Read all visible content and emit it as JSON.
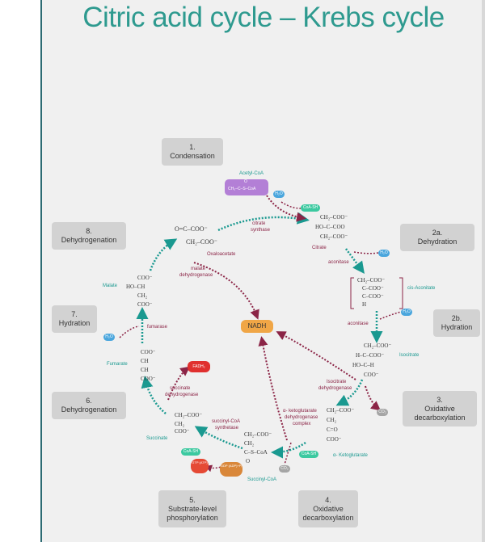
{
  "title": "Citric acid cycle – Krebs cycle",
  "steps": {
    "s1": {
      "num": "1.",
      "name": "Condensation"
    },
    "s2a": {
      "num": "2a.",
      "name": "Dehydration"
    },
    "s2b": {
      "num": "2b.",
      "name": "Hydration"
    },
    "s3": {
      "num": "3.",
      "name1": "Oxidative",
      "name2": "decarboxylation"
    },
    "s4": {
      "num": "4.",
      "name1": "Oxidative",
      "name2": "decarboxylation"
    },
    "s5": {
      "num": "5.",
      "name1": "Substrate-level",
      "name2": "phosphorylation"
    },
    "s6": {
      "num": "6.",
      "name": "Dehydrogenation"
    },
    "s7": {
      "num": "7.",
      "name": "Hydration"
    },
    "s8": {
      "num": "8.",
      "name": "Dehydrogenation"
    }
  },
  "metabolites": {
    "acetyl_coa": "Acetyl-CoA",
    "citrate": "Citrate",
    "cis_aconitate": "cis-Aconitate",
    "isocitrate": "Isocitrate",
    "alpha_ketoglutarate": "α- Ketoglutarate",
    "succinyl_coa": "Succinyl-CoA",
    "succinate": "Succinate",
    "fumarate": "Fumarate",
    "malate": "Malate",
    "oxaloacetate": "Oxaloacetate"
  },
  "enzymes": {
    "citrate_synthase1": "citrate",
    "citrate_synthase2": "synthase",
    "aconitase1": "aconitase",
    "aconitase2": "aconitase",
    "idh1": "Isocitrate",
    "idh2": "dehydrogenase",
    "akgdh1": "α- ketoglutarate",
    "akgdh2": "dehydrogenase",
    "akgdh3": "complex",
    "scs1": "succinyl-CoA",
    "scs2": "synthetase",
    "sdh1": "succinate",
    "sdh2": "dehydrogenase",
    "fumarase": "fumarase",
    "mdh1": "malate",
    "mdh2": "dehydrogenase"
  },
  "cofactors": {
    "nadh": "NADH",
    "fadh2": "FADH₂",
    "h2o_1": "H₂O",
    "h2o_2": "H₂O",
    "h2o_3": "H₂O",
    "h2o_4": "H₂O",
    "coash_1": "CoA-SH",
    "coash_2": "CoA-SH",
    "coash_3": "CoA-SH",
    "co2_1": "CO₂",
    "co2_2": "CO₂",
    "gtp": "GTP (ATP)",
    "gdp": "GDP (ADP)+Pᵢ"
  },
  "structures": {
    "acetyl": "CH₃–C–S–CoA",
    "acetyl_o": "O",
    "citrate": [
      "CH₂–COO⁻",
      "HO–C–COO",
      "CH₂–COO⁻"
    ],
    "cis": [
      "CH₂–COO⁻",
      "C–COO⁻",
      "C–COO⁻",
      "H"
    ],
    "isocitrate": [
      "CH₂–COO⁻",
      "H–C–COO⁻",
      "HO–C–H",
      "COO⁻"
    ],
    "akg": [
      "CH₂–COO⁻",
      "CH₂",
      "C=O",
      "COO⁻"
    ],
    "succoa": [
      "CH₂–COO⁻",
      "CH₂",
      "C–S–CoA",
      "O"
    ],
    "succinate": [
      "CH₂–COO⁻",
      "CH₂",
      "COO⁻"
    ],
    "fumarate": [
      "COO⁻",
      "CH",
      "CH",
      "COO⁻"
    ],
    "malate": [
      "COO⁻",
      "HO–CH",
      "CH₂",
      "COO⁻"
    ],
    "oaa": [
      "O=C–COO⁻",
      "CH₂–COO⁻"
    ]
  },
  "colors": {
    "title": "#2e9a8f",
    "teal": "#1a9990",
    "maroon": "#8b2446",
    "nadh": "#f0a646",
    "fadh2": "#e0302e",
    "acetyl_coa": "#b37fd6",
    "h2o": "#4aa6dd",
    "coa": "#3cc9a0",
    "co2": "#a5a5a5",
    "gtp": "#e54934",
    "gdp": "#d9873a"
  }
}
